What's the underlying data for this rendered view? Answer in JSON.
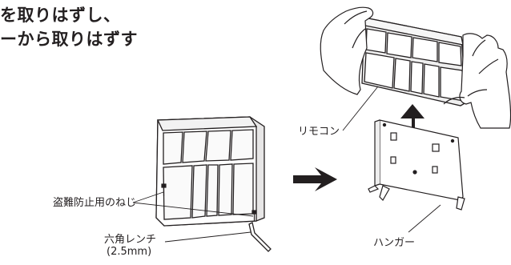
{
  "heading": {
    "line1": "を取りはずし、",
    "line2": "ーから取りはずす"
  },
  "labels": {
    "theft_screw": "盗難防止用のねじ",
    "hex_wrench_line1": "六角レンチ",
    "hex_wrench_line2": "(2.5mm)",
    "remote": "リモコン",
    "hanger": "ハンガー"
  }
}
